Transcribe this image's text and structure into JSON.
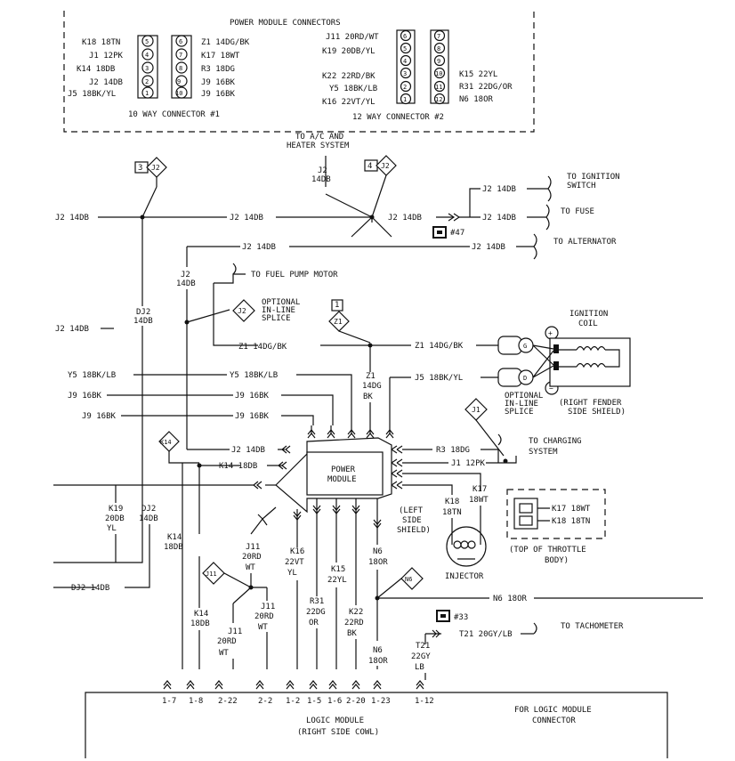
{
  "connectors_panel": {
    "title": "POWER MODULE CONNECTORS",
    "connector1_label": "10 WAY CONNECTOR #1",
    "connector2_label": "12 WAY CONNECTOR #2",
    "c1_left": [
      "K18 18TN",
      "J1 12PK",
      "K14 18DB",
      "J2 14DB",
      "J5 18BK/YL"
    ],
    "c1_left_pins": [
      "5",
      "4",
      "3",
      "2",
      "1"
    ],
    "c1_right": [
      "Z1 14DG/BK",
      "K17 18WT",
      "R3 18DG",
      "J9 16BK",
      "J9 16BK"
    ],
    "c1_right_pins": [
      "6",
      "7",
      "8",
      "9",
      "10"
    ],
    "c2_left": [
      "J11 20RD/WT",
      "K19 20DB/YL",
      "K22 22RD/BK",
      "Y5 18BK/LB",
      "K16 22VT/YL"
    ],
    "c2_left_pins": [
      "6",
      "5",
      "4",
      "3",
      "2",
      "1"
    ],
    "c2_right": [
      "K15 22YL",
      "R31 22DG/OR",
      "N6 18OR"
    ],
    "c2_right_pins": [
      "7",
      "8",
      "9",
      "10",
      "11",
      "12"
    ]
  },
  "labels": {
    "to_ac": "TO A/C AND",
    "heater": "HEATER SYSTEM",
    "to_ignition": "TO IGNITION",
    "switch": "SWITCH",
    "to_fuse": "TO FUSE",
    "to_alternator": "TO ALTERNATOR",
    "to_fuel_pump": "TO FUEL PUMP MOTOR",
    "optional": "OPTIONAL",
    "in_line": "IN-LINE",
    "splice": "SPLICE",
    "ignition": "IGNITION",
    "coil": "COIL",
    "right_fender": "(RIGHT FENDER",
    "side_shield_r": "SIDE SHIELD)",
    "to_charging": "TO CHARGING",
    "system": "SYSTEM",
    "power": "POWER",
    "module": "MODULE",
    "left": "(LEFT",
    "side": "SIDE",
    "shield_l": "SHIELD)",
    "injector": "INJECTOR",
    "top_throttle": "(TOP OF THROTTLE",
    "body": "BODY)",
    "to_tach": "TO TACHOMETER",
    "logic_module": "LOGIC MODULE",
    "right_side_cowl": "(RIGHT SIDE COWL)",
    "for_logic": "FOR LOGIC MODULE",
    "connector": "CONNECTOR",
    "fuse47": "#47",
    "fuse33": "#33"
  },
  "splice_markers": {
    "j2_a": "3",
    "j2_a_tag": "J2",
    "j2_b": "4",
    "j2_b_tag": "J2",
    "j2_opt": "J2",
    "z1": "Z1",
    "j1": "J1",
    "k14": "K14",
    "j11": "J11",
    "n6": "N6",
    "one": "1"
  },
  "wires": {
    "j2_left": "J2 14DB",
    "j2_mid": "J2 14DB",
    "j2_right": "J2 14DB",
    "j2_ign": "J2 14DB",
    "j2_fuse": "J2 14DB",
    "j2_alt": "J2 14DB",
    "j2_top1": "J2",
    "j2_top2": "14DB",
    "j2_v1": "J2",
    "j2_v2": "14DB",
    "j2_left2": "J2 14DB",
    "dj2_1": "DJ2",
    "dj2_2": "14DB",
    "dj2_bottom": "DJ2 14DB",
    "z1_mid": "Z1 14DG/BK",
    "z1_right": "Z1 14DG/BK",
    "z1_v1": "Z1",
    "z1_v2": "14DG",
    "z1_v3": "BK",
    "y5_left": "Y5 18BK/LB",
    "y5_mid": "Y5 18BK/LB",
    "j5_right": "J5 18BK/YL",
    "j9_left1": "J9 16BK",
    "j9_mid1": "J9 16BK",
    "j9_left2": "J9 16BK",
    "j9_mid2": "J9 16BK",
    "j2_pm": "J2 14DB",
    "r3": "R3 18DG",
    "j1": "J1 12PK",
    "k14_pm": "K14 18DB",
    "k19_1": "K19",
    "k19_2": "20DB",
    "k19_3": "YL",
    "dj2b_1": "DJ2",
    "dj2b_2": "14DB",
    "k14_v1": "K14",
    "k14_v2": "18DB",
    "j11_1": "J11",
    "j11_2": "20RD",
    "j11_3": "WT",
    "k16_1": "K16",
    "k16_2": "22VT",
    "k16_3": "YL",
    "k15_1": "K15",
    "k15_2": "22YL",
    "n6_1": "N6",
    "n6_2": "18OR",
    "k18_1": "K18",
    "k18_2": "18TN",
    "k17_1": "K17",
    "k17_2": "18WT",
    "k17_conn": "K17 18WT",
    "k18_conn": "K18 18TN",
    "n6_h": "N6 18OR",
    "k14b_1": "K14",
    "k14b_2": "18DB",
    "j11b_1": "J11",
    "j11b_2": "20RD",
    "j11b_3": "WT",
    "j11c_1": "J11",
    "j11c_2": "20RD",
    "j11c_3": "WT",
    "r31_1": "R31",
    "r31_2": "22DG",
    "r31_3": "OR",
    "k22_1": "K22",
    "k22_2": "22RD",
    "k22_3": "BK",
    "n6b_1": "N6",
    "n6b_2": "18OR",
    "t21_1": "T21",
    "t21_2": "22GY",
    "t21_3": "LB",
    "t21_h": "T21 20GY/LB"
  },
  "pins": [
    "1-7",
    "1-8",
    "2-22",
    "2-2",
    "1-2",
    "1-5",
    "1-6",
    "2-20",
    "1-23",
    "1-12"
  ]
}
